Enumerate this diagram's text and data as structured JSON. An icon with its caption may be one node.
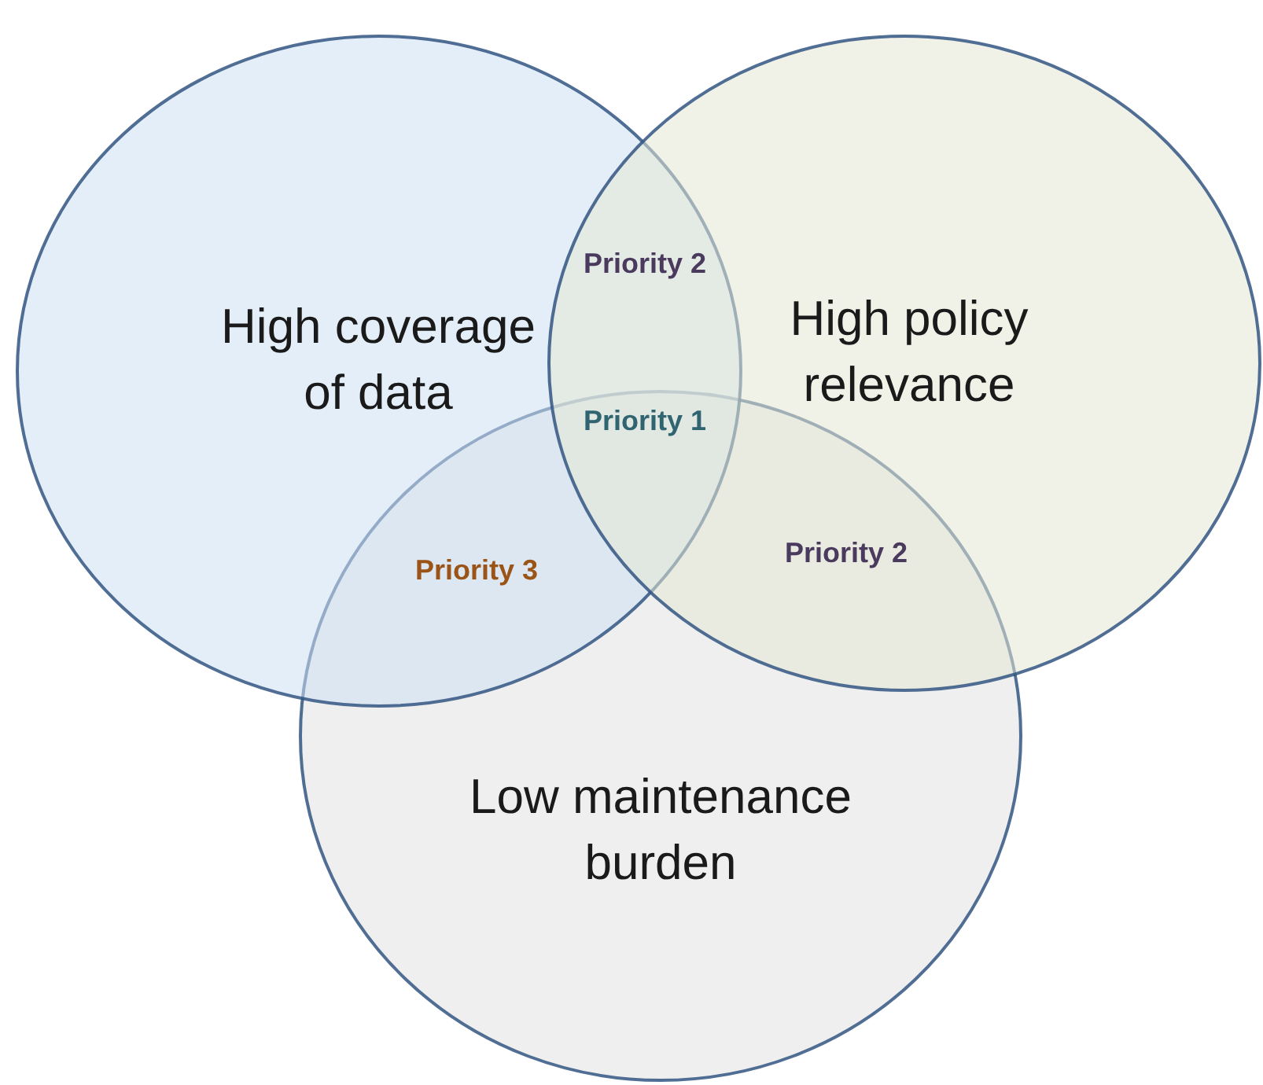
{
  "diagram": {
    "nodes": [
      {
        "text": [
          "High coverage of data"
        ]
      },
      {
        "text": [
          "High policy relevance"
        ]
      },
      {
        "text": [
          "Low maintenance burden"
        ]
      }
    ],
    "labels": [
      "Priority 2",
      "Priority 1",
      "Priority 3",
      "Priority 2"
    ]
  }
}
